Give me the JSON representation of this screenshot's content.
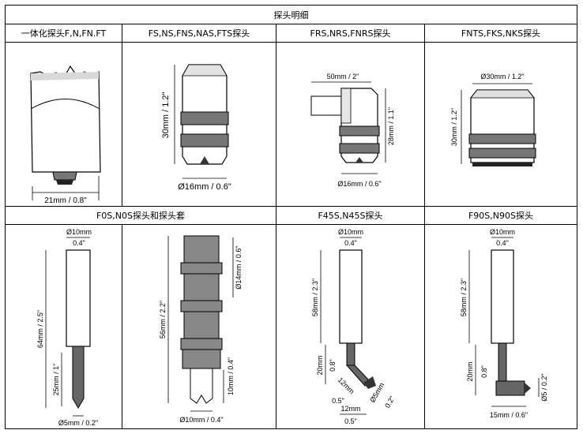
{
  "table": {
    "title": "探头明细",
    "row1_headers": [
      "一体化探头F,N,FN.FT",
      "FS,NS,FNS,NAS,FTS探头",
      "FRS,NRS,FNRS探头",
      "FNTS,FKS,NKS探头"
    ],
    "row2_headers": [
      "F0S,N0S探头和探头套",
      "F45S,N45S探头",
      "F90S,N90S探头"
    ]
  },
  "probes": {
    "integrated": {
      "width_label": "21mm / 0.8\""
    },
    "fs": {
      "height_label": "30mm / 1.2\"",
      "diameter_label": "Ø16mm / 0.6\""
    },
    "frs": {
      "width_label": "50mm / 2\"",
      "height_label": "28mm / 1.1\"",
      "diameter_label": "Ø16mm / 0.6\""
    },
    "fnts": {
      "diameter_label": "Ø30mm / 1.2\"",
      "height_label": "30mm / 1.2\""
    },
    "f0s": {
      "top_mm": "Ø10mm",
      "top_in": "0.4\"",
      "length_label": "64mm / 2.5\"",
      "tip_mm": "25mm / 1\"",
      "tip_diameter": "Ø5mm / 0.2\""
    },
    "sleeve": {
      "diameter_label": "Ø14mm / 0.6\"",
      "length_label": "56mm / 2.2\"",
      "tip_label": "10mm / 0.4\"",
      "bottom_label": "Ø10mm / 0.4\""
    },
    "f45s": {
      "top_mm": "Ø10mm",
      "top_in": "0.4\"",
      "length_label": "58mm / 2.3\"",
      "low_mm": "20mm",
      "low_in": "0.8\"",
      "angle_mm": "12mm",
      "angle_in": "0.5\"",
      "tip_mm": "Ø5mm",
      "tip_in": "0.2\"",
      "bottom_mm": "12mm",
      "bottom_in": "0.5\""
    },
    "f90s": {
      "top_mm": "Ø10mm",
      "top_in": "0.4\"",
      "length_label": "58mm / 2.3\"",
      "low_mm": "20mm",
      "low_in": "0.8\"",
      "tip_label": "Ø5 / 0.2\"",
      "bottom_label": "15mm / 0.6\""
    }
  }
}
